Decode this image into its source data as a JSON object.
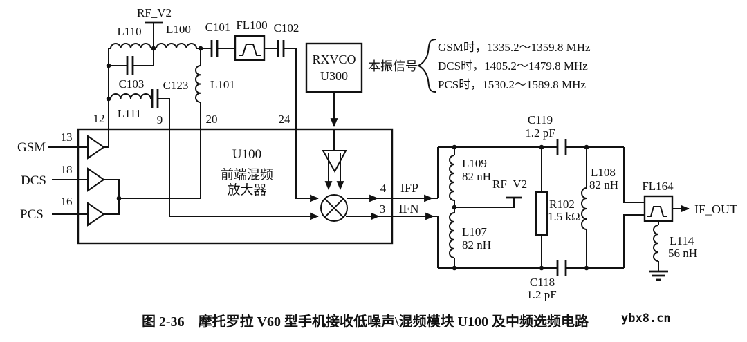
{
  "matching_network": {
    "rf_v2": "RF_V2",
    "l110": "L110",
    "l100": "L100",
    "c103": "C103",
    "c123": "C123",
    "l111": "L111",
    "l101": "L101",
    "c101": "C101",
    "fl100": "FL100",
    "c102": "C102"
  },
  "inputs": {
    "gsm": "GSM",
    "dcs": "DCS",
    "pcs": "PCS"
  },
  "u100": {
    "name": "U100",
    "desc_line1": "前端混频",
    "desc_line2": "放大器",
    "pins": {
      "p12": "12",
      "p13": "13",
      "p18": "18",
      "p16": "16",
      "p9": "9",
      "p20": "20",
      "p24": "24",
      "p4": "4",
      "p3": "3"
    }
  },
  "lo": {
    "rxvco": "RXVCO",
    "u300": "U300",
    "note_label": "本振信号",
    "note_lines": [
      "GSM时，1335.2～1359.8 MHz",
      "DCS时，1405.2～1479.8 MHz",
      "PCS时，1530.2～1589.8 MHz"
    ]
  },
  "if_outputs": {
    "ifp": "IFP",
    "ifn": "IFN"
  },
  "if_network": {
    "l109": {
      "ref": "L109",
      "val": "82 nH"
    },
    "l107": {
      "ref": "L107",
      "val": "82 nH"
    },
    "l108": {
      "ref": "L108",
      "val": "82 nH"
    },
    "c119": {
      "ref": "C119",
      "val": "1.2 pF"
    },
    "c118": {
      "ref": "C118",
      "val": "1.2 pF"
    },
    "r102": {
      "ref": "R102",
      "val": "1.5 kΩ"
    },
    "l114": {
      "ref": "L114",
      "val": "56 nH"
    },
    "rf_v2_tap": "RF_V2",
    "fl164": "FL164",
    "if_out": "IF_OUT"
  },
  "caption": "图 2-36　摩托罗拉 V60 型手机接收低噪声\\混频模块 U100 及中频选频电路",
  "watermark": "ybx8.cn",
  "colors": {
    "ink": "#111111",
    "background": "#ffffff"
  }
}
